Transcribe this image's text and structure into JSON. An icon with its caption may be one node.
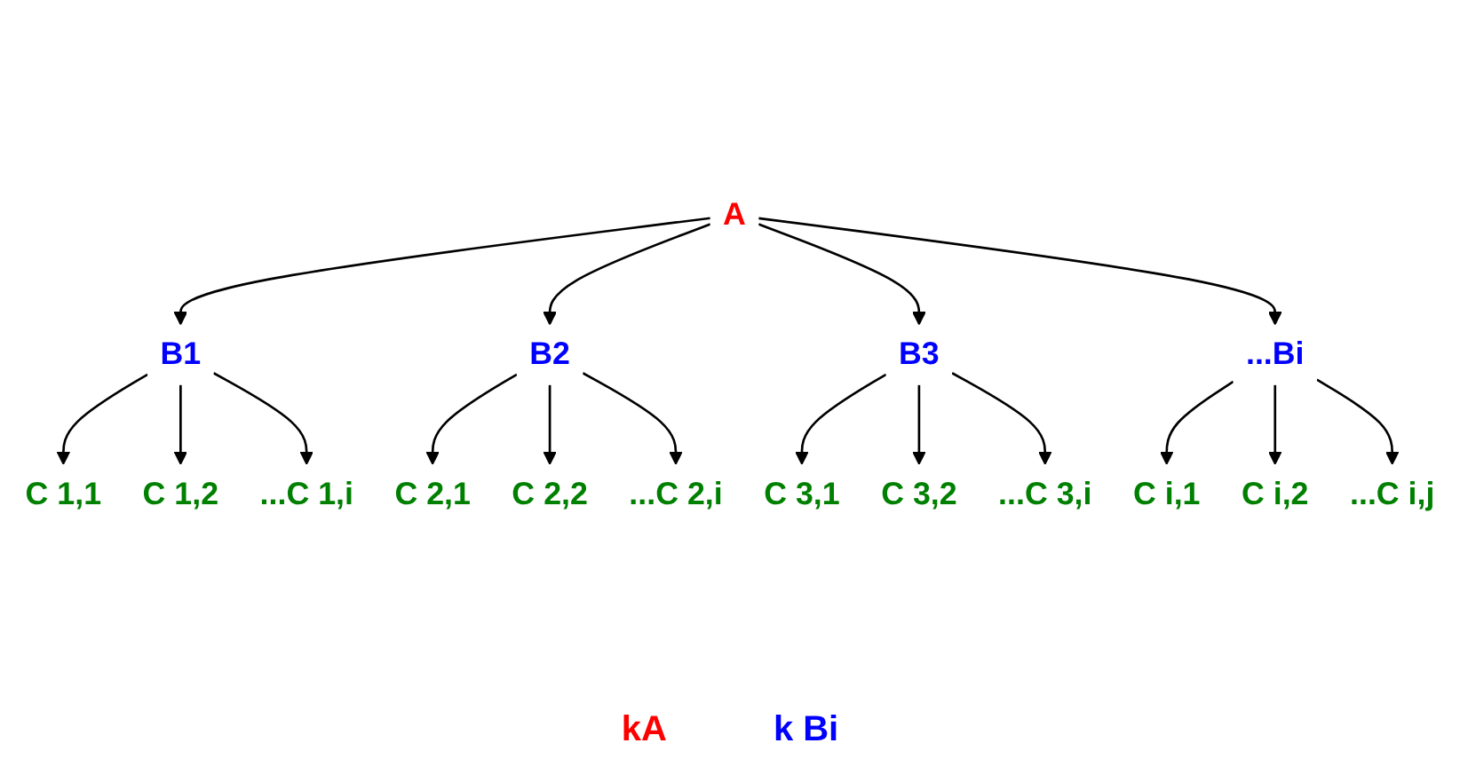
{
  "diagram": {
    "nodes": [
      {
        "text": [
          "A"
        ]
      },
      {
        "text": [
          "B1"
        ]
      },
      {
        "text": [
          "B2"
        ]
      },
      {
        "text": [
          "B3"
        ]
      },
      {
        "text": [
          "...Bi"
        ]
      },
      {
        "text": [
          "C 1,1"
        ]
      },
      {
        "text": [
          "C 1,2"
        ]
      },
      {
        "text": [
          "...C 1,i"
        ]
      },
      {
        "text": [
          "C 2,1"
        ]
      },
      {
        "text": [
          "C 2,2"
        ]
      },
      {
        "text": [
          "...C 2,i"
        ]
      },
      {
        "text": [
          "C 3,1"
        ]
      },
      {
        "text": [
          "C 3,2"
        ]
      },
      {
        "text": [
          "...C 3,i"
        ]
      },
      {
        "text": [
          "...C i,j"
        ]
      },
      {
        "text": [
          "C i,2"
        ]
      },
      {
        "text": [
          "C i,1"
        ]
      }
    ],
    "edges": [
      {
        "from": 0,
        "to": 1,
        "arrow": "to"
      },
      {
        "from": 0,
        "to": 2,
        "arrow": "to"
      },
      {
        "from": 0,
        "to": 3,
        "arrow": "to"
      },
      {
        "from": 0,
        "to": 4,
        "arrow": "to"
      },
      {
        "from": 1,
        "to": 5,
        "arrow": "to"
      },
      {
        "from": 1,
        "to": 6,
        "arrow": "to"
      },
      {
        "from": 1,
        "to": 7,
        "arrow": "to"
      },
      {
        "from": 2,
        "to": 8,
        "arrow": "to"
      },
      {
        "from": 2,
        "to": 9,
        "arrow": "to"
      },
      {
        "from": 2,
        "to": 10,
        "arrow": "to"
      },
      {
        "from": 3,
        "to": 11,
        "arrow": "to"
      },
      {
        "from": 3,
        "to": 12,
        "arrow": "to"
      },
      {
        "from": 3,
        "to": 13,
        "arrow": "to"
      },
      {
        "from": 4,
        "to": 16,
        "arrow": "to"
      },
      {
        "from": 4,
        "to": 15,
        "arrow": "to"
      },
      {
        "from": 4,
        "to": 14,
        "arrow": "to"
      }
    ],
    "labels": [
      "kA",
      "k Bi"
    ]
  }
}
